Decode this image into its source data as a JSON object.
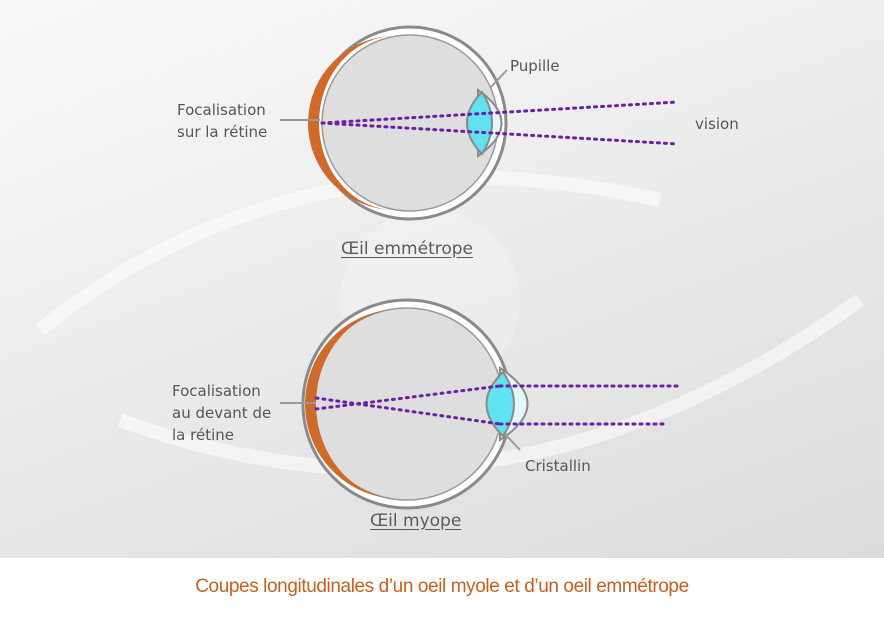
{
  "diagram": {
    "labels": {
      "pupille": "Pupille",
      "vision": "vision",
      "focus_retina_line1": "Focalisation",
      "focus_retina_line2": "sur la rétine",
      "focus_front_line1": "Focalisation",
      "focus_front_line2": "au devant de",
      "focus_front_line3": "la rétine",
      "cristallin": "Cristallin"
    },
    "titles": {
      "emmetrope": "Œil emmétrope",
      "myope": "Œil myope"
    },
    "colors": {
      "sclera": "#8a8a8a",
      "retina": "#cf6a2a",
      "lens": "#5fe3f0",
      "cornea": "#d8f6fa",
      "light_ray": "#6a1fa6",
      "caption": "#c5601e"
    }
  },
  "caption": "Coupes longitudinales d’un oeil myole et d’un oeil emmétrope"
}
